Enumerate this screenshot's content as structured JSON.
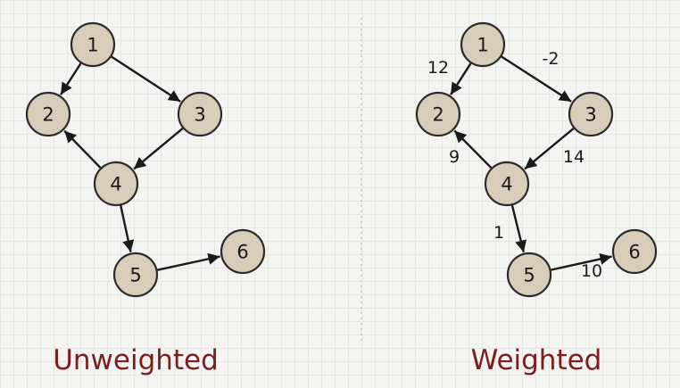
{
  "colors": {
    "node_fill": "#d8cdb9",
    "node_stroke": "#2a2a2a",
    "edge": "#1a1a1a",
    "caption": "#7a1e1e"
  },
  "graphs": [
    {
      "caption": "Unweighted",
      "nodes": [
        {
          "id": "1",
          "label": "1"
        },
        {
          "id": "2",
          "label": "2"
        },
        {
          "id": "3",
          "label": "3"
        },
        {
          "id": "4",
          "label": "4"
        },
        {
          "id": "5",
          "label": "5"
        },
        {
          "id": "6",
          "label": "6"
        }
      ],
      "edges": [
        {
          "from": "1",
          "to": "2",
          "weight": ""
        },
        {
          "from": "1",
          "to": "3",
          "weight": ""
        },
        {
          "from": "3",
          "to": "4",
          "weight": ""
        },
        {
          "from": "4",
          "to": "2",
          "weight": ""
        },
        {
          "from": "4",
          "to": "5",
          "weight": ""
        },
        {
          "from": "5",
          "to": "6",
          "weight": ""
        }
      ]
    },
    {
      "caption": "Weighted",
      "nodes": [
        {
          "id": "1",
          "label": "1"
        },
        {
          "id": "2",
          "label": "2"
        },
        {
          "id": "3",
          "label": "3"
        },
        {
          "id": "4",
          "label": "4"
        },
        {
          "id": "5",
          "label": "5"
        },
        {
          "id": "6",
          "label": "6"
        }
      ],
      "edges": [
        {
          "from": "1",
          "to": "2",
          "weight": "12"
        },
        {
          "from": "1",
          "to": "3",
          "weight": "-2"
        },
        {
          "from": "3",
          "to": "4",
          "weight": "14"
        },
        {
          "from": "4",
          "to": "2",
          "weight": "9"
        },
        {
          "from": "4",
          "to": "5",
          "weight": "1"
        },
        {
          "from": "5",
          "to": "6",
          "weight": "10"
        }
      ]
    }
  ]
}
